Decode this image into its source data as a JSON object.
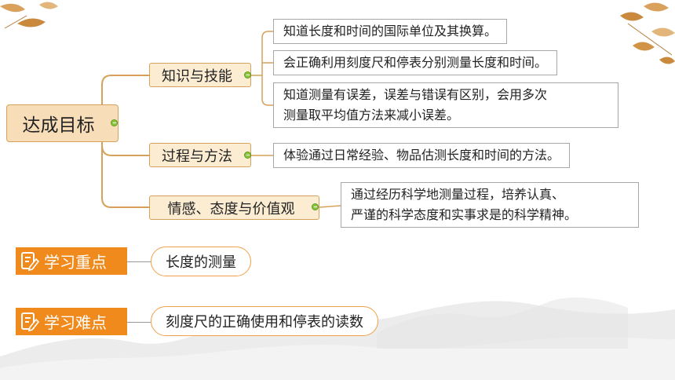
{
  "root": {
    "label": "达成目标"
  },
  "branches": [
    {
      "label": "知识与技能",
      "leaves": [
        "知道长度和时间的国际单位及其换算。",
        "会正确利用刻度尺和停表分别测量长度和时间。",
        "知道测量有误差，误差与错误有区别，会用多次",
        "测量取平均值方法来减小误差。"
      ]
    },
    {
      "label": "过程与方法",
      "leaves": [
        "体验通过日常经验、物品估测长度和时间的方法。"
      ]
    },
    {
      "label": "情感、态度与价值观",
      "leaves": [
        "通过经历科学地测量过程，培养认真、",
        "严谨的科学态度和实事求是的科学精神。"
      ]
    }
  ],
  "key_points": {
    "label": "学习重点",
    "content": "长度的测量",
    "icon": "pencil-note-icon"
  },
  "difficult_points": {
    "label": "学习难点",
    "content": "刻度尺的正确使用和停表的读数",
    "icon": "pencil-note-icon"
  },
  "colors": {
    "accent": "#f08a1c",
    "branch_fill": "#fbecd2",
    "root_fill": "#f7ddb8",
    "connector": "#d6a15a",
    "toggle": "#8dc63f"
  }
}
